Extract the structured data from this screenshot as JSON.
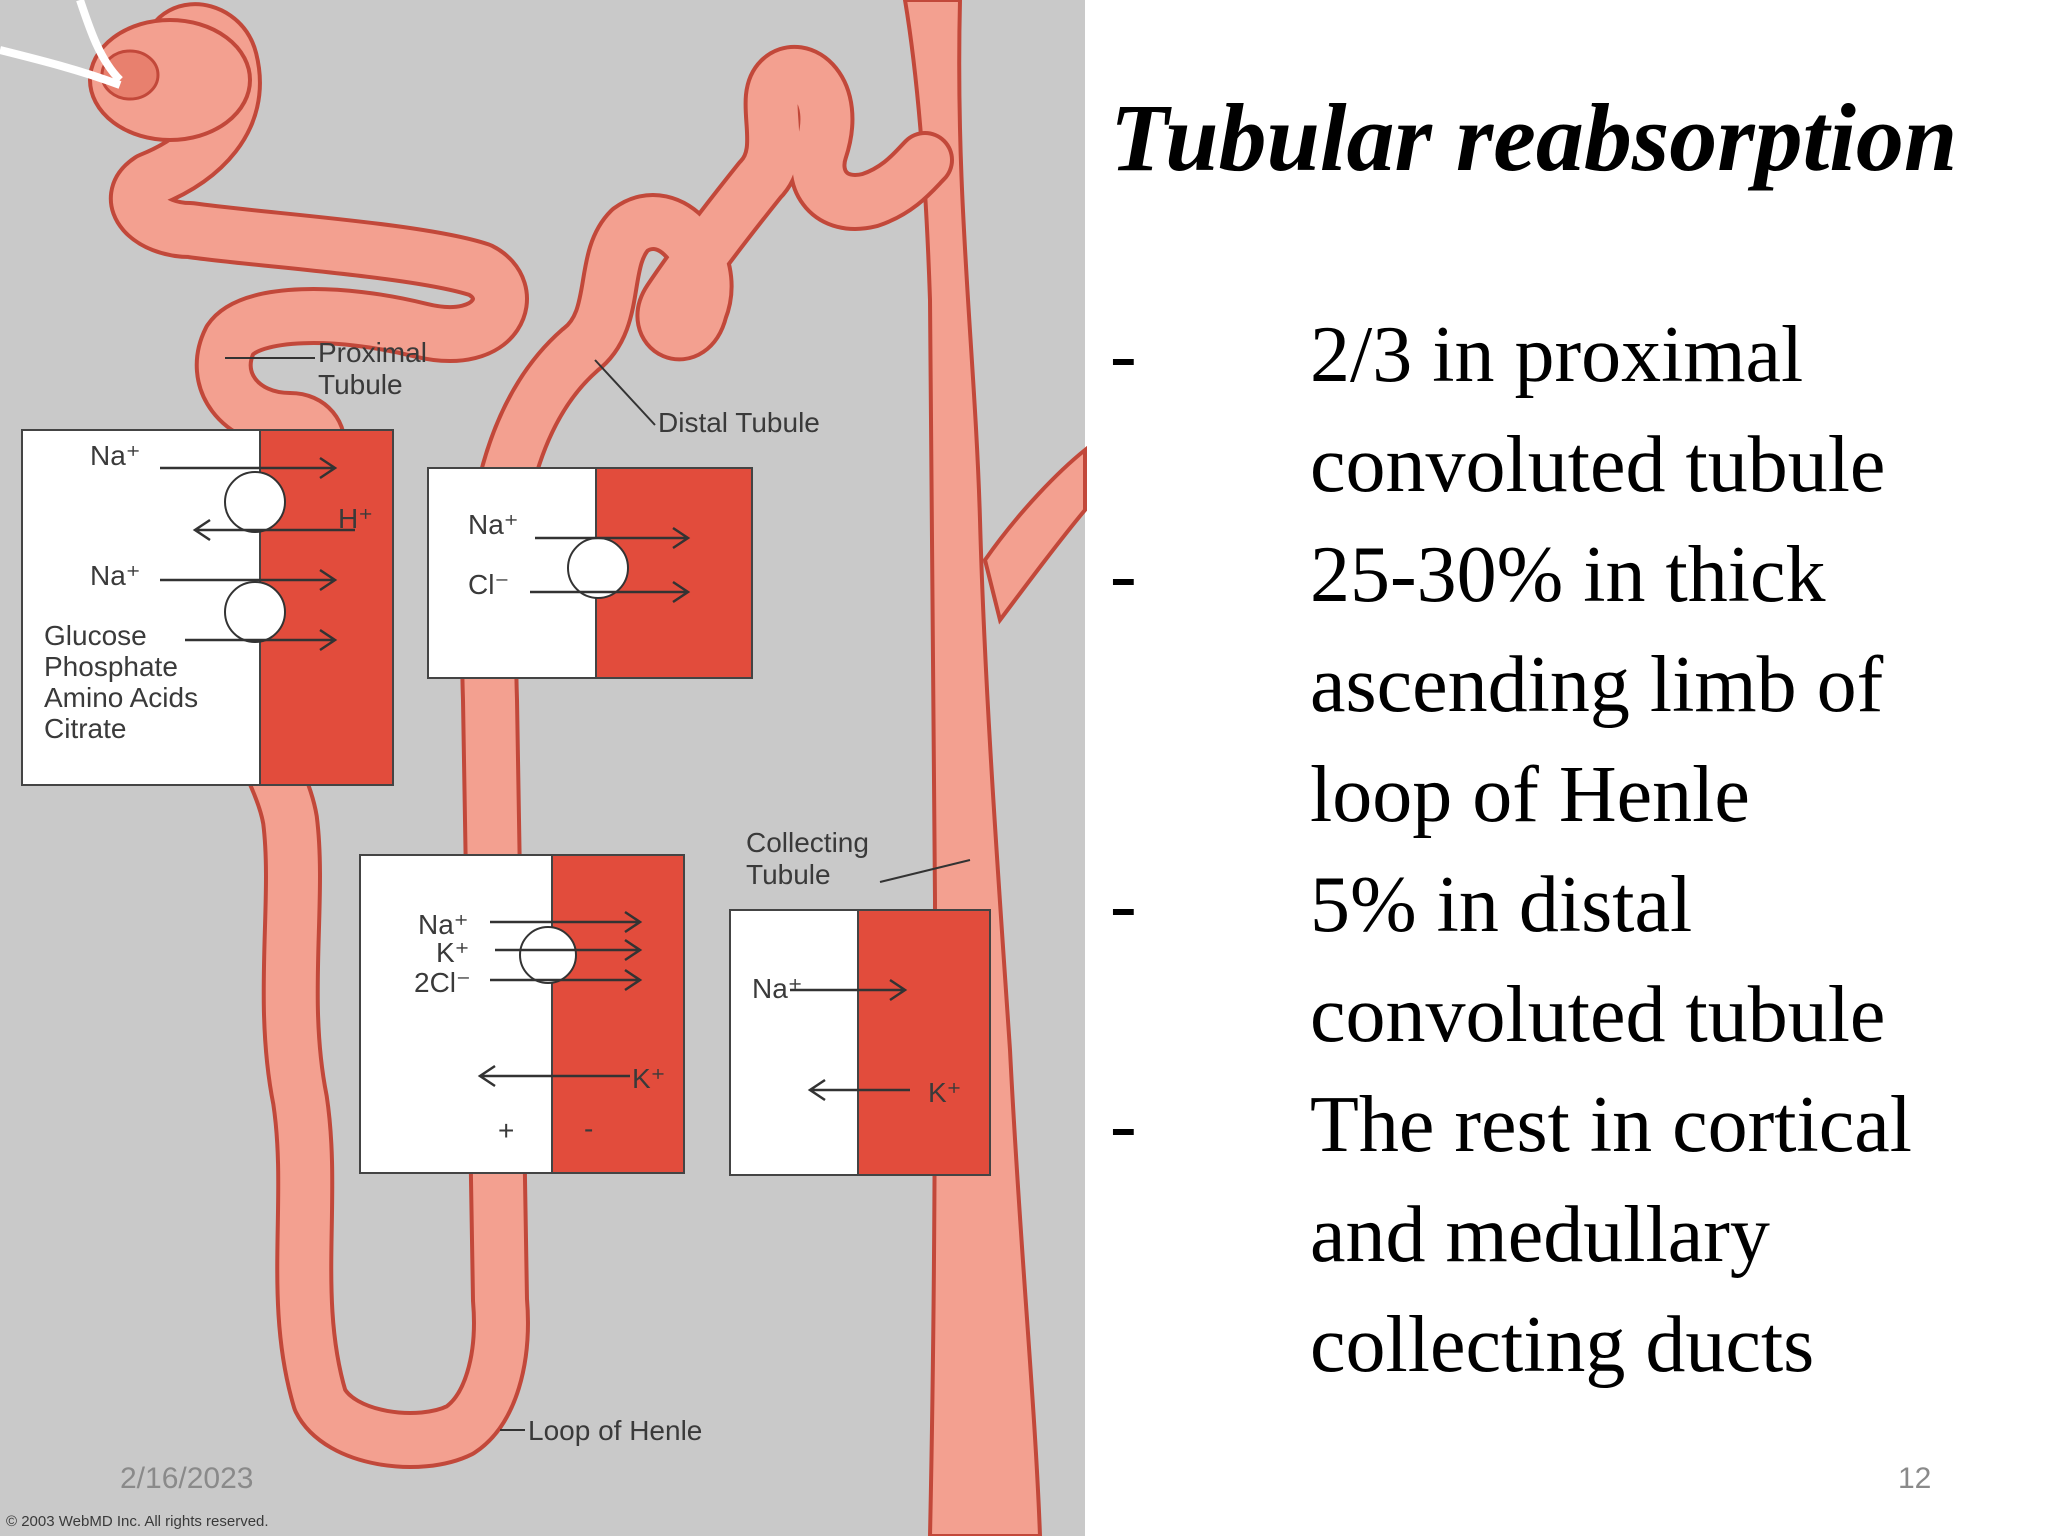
{
  "slide": {
    "title": "Tubular reabsorption",
    "bullets": [
      {
        "marker": "-",
        "text": "2/3 in proximal convoluted tubule"
      },
      {
        "marker": "-",
        "text": "25-30% in thick ascending limb of loop of Henle"
      },
      {
        "marker": "-",
        "text": "5% in distal convoluted tubule"
      },
      {
        "marker": "-",
        "text": "The rest in cortical and medullary collecting ducts"
      }
    ],
    "footer_date": "2/16/2023",
    "page_number": "12"
  },
  "diagram": {
    "labels": {
      "proximal_1": "Proximal",
      "proximal_2": "Tubule",
      "distal": "Distal Tubule",
      "collecting_1": "Collecting",
      "collecting_2": "Tubule",
      "loop": "Loop of Henle",
      "copyright": "© 2003 WebMD Inc. All rights reserved."
    },
    "proximal_box": {
      "na1": "Na⁺",
      "h": "H⁺",
      "na2": "Na⁺",
      "glucose": "Glucose",
      "phosphate": "Phosphate",
      "amino": "Amino Acids",
      "citrate": "Citrate"
    },
    "distal_box": {
      "na": "Na⁺",
      "cl": "Cl⁻"
    },
    "loop_box": {
      "na": "Na⁺",
      "k": "K⁺",
      "cl2": "2Cl⁻",
      "k_out": "K⁺",
      "plus": "+",
      "minus": "-"
    },
    "collecting_box": {
      "na": "Na⁺",
      "k": "K⁺"
    },
    "colors": {
      "background": "#c9c9c9",
      "tubule": "#f3a090",
      "tubule_edge": "#c2483a",
      "cell_red": "#e24c3c"
    }
  }
}
